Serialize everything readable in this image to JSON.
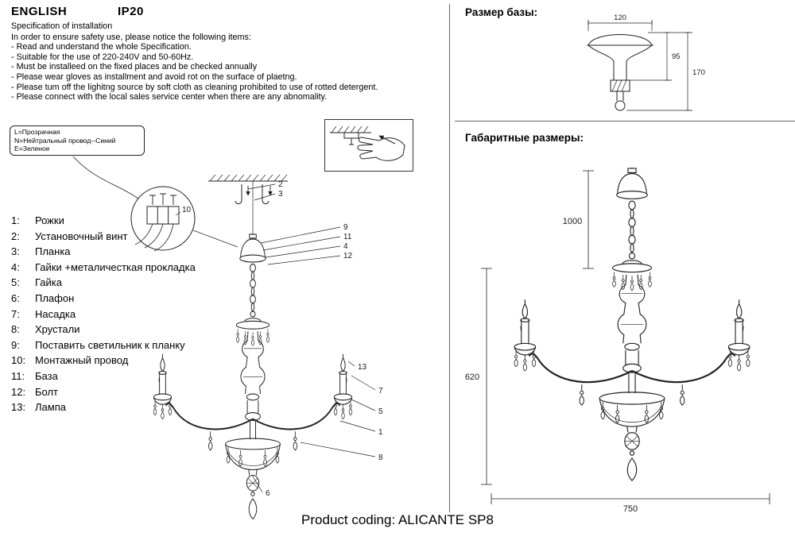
{
  "header": {
    "language": "ENGLISH",
    "ip": "IP20"
  },
  "spec": {
    "title": "Specification of installation",
    "intro": "In order to ensure safety use, please notice the following items:",
    "items": [
      "- Read and understand the whole Specification.",
      "- Suitable for the use of 220-240V and 50-60Hz.",
      "- Must be installeed on the fixed places and be checked annually",
      "- Please wear gloves as installment and avoid rot on the surface of plaetng.",
      "- Please tum off the lighitng source by soft cloth as cleaning prohibited to use of rotted detergent.",
      "- Please connect with the local sales service center when there are any abnomality."
    ]
  },
  "legend": {
    "line_l": "L=Прозрачная",
    "line_n": "N=Нейтральный провод--Синий",
    "line_e": "E=Зеленое"
  },
  "parts": [
    {
      "num": "1:",
      "label": "Рожки"
    },
    {
      "num": "2:",
      "label": "Установочный винт"
    },
    {
      "num": "3:",
      "label": "Планка"
    },
    {
      "num": "4:",
      "label": "Гайки +металичесткая прокладка"
    },
    {
      "num": "5:",
      "label": "Гайка"
    },
    {
      "num": "6:",
      "label": "Плафон"
    },
    {
      "num": "7:",
      "label": "Насадка"
    },
    {
      "num": "8:",
      "label": "Хрустали"
    },
    {
      "num": "9:",
      "label": "Поставить светильник к планку"
    },
    {
      "num": "10:",
      "label": "Монтажный провод"
    },
    {
      "num": "11:",
      "label": "База"
    },
    {
      "num": "12:",
      "label": "Болт"
    },
    {
      "num": "13:",
      "label": "Лампа"
    }
  ],
  "callouts": {
    "c1": "1",
    "c2": "2",
    "c3": "3",
    "c4": "4",
    "c5": "5",
    "c6": "6",
    "c7": "7",
    "c8": "8",
    "c9": "9",
    "c10": "10",
    "c11": "11",
    "c12": "12",
    "c13": "13"
  },
  "base_size": {
    "title": "Размер базы:",
    "d120": "120",
    "d95": "95",
    "d170": "170"
  },
  "overall": {
    "title": "Габаритные размеры:",
    "d1000": "1000",
    "d620": "620",
    "d750": "750"
  },
  "footer": {
    "product": "Product coding: ALICANTE SP8"
  }
}
